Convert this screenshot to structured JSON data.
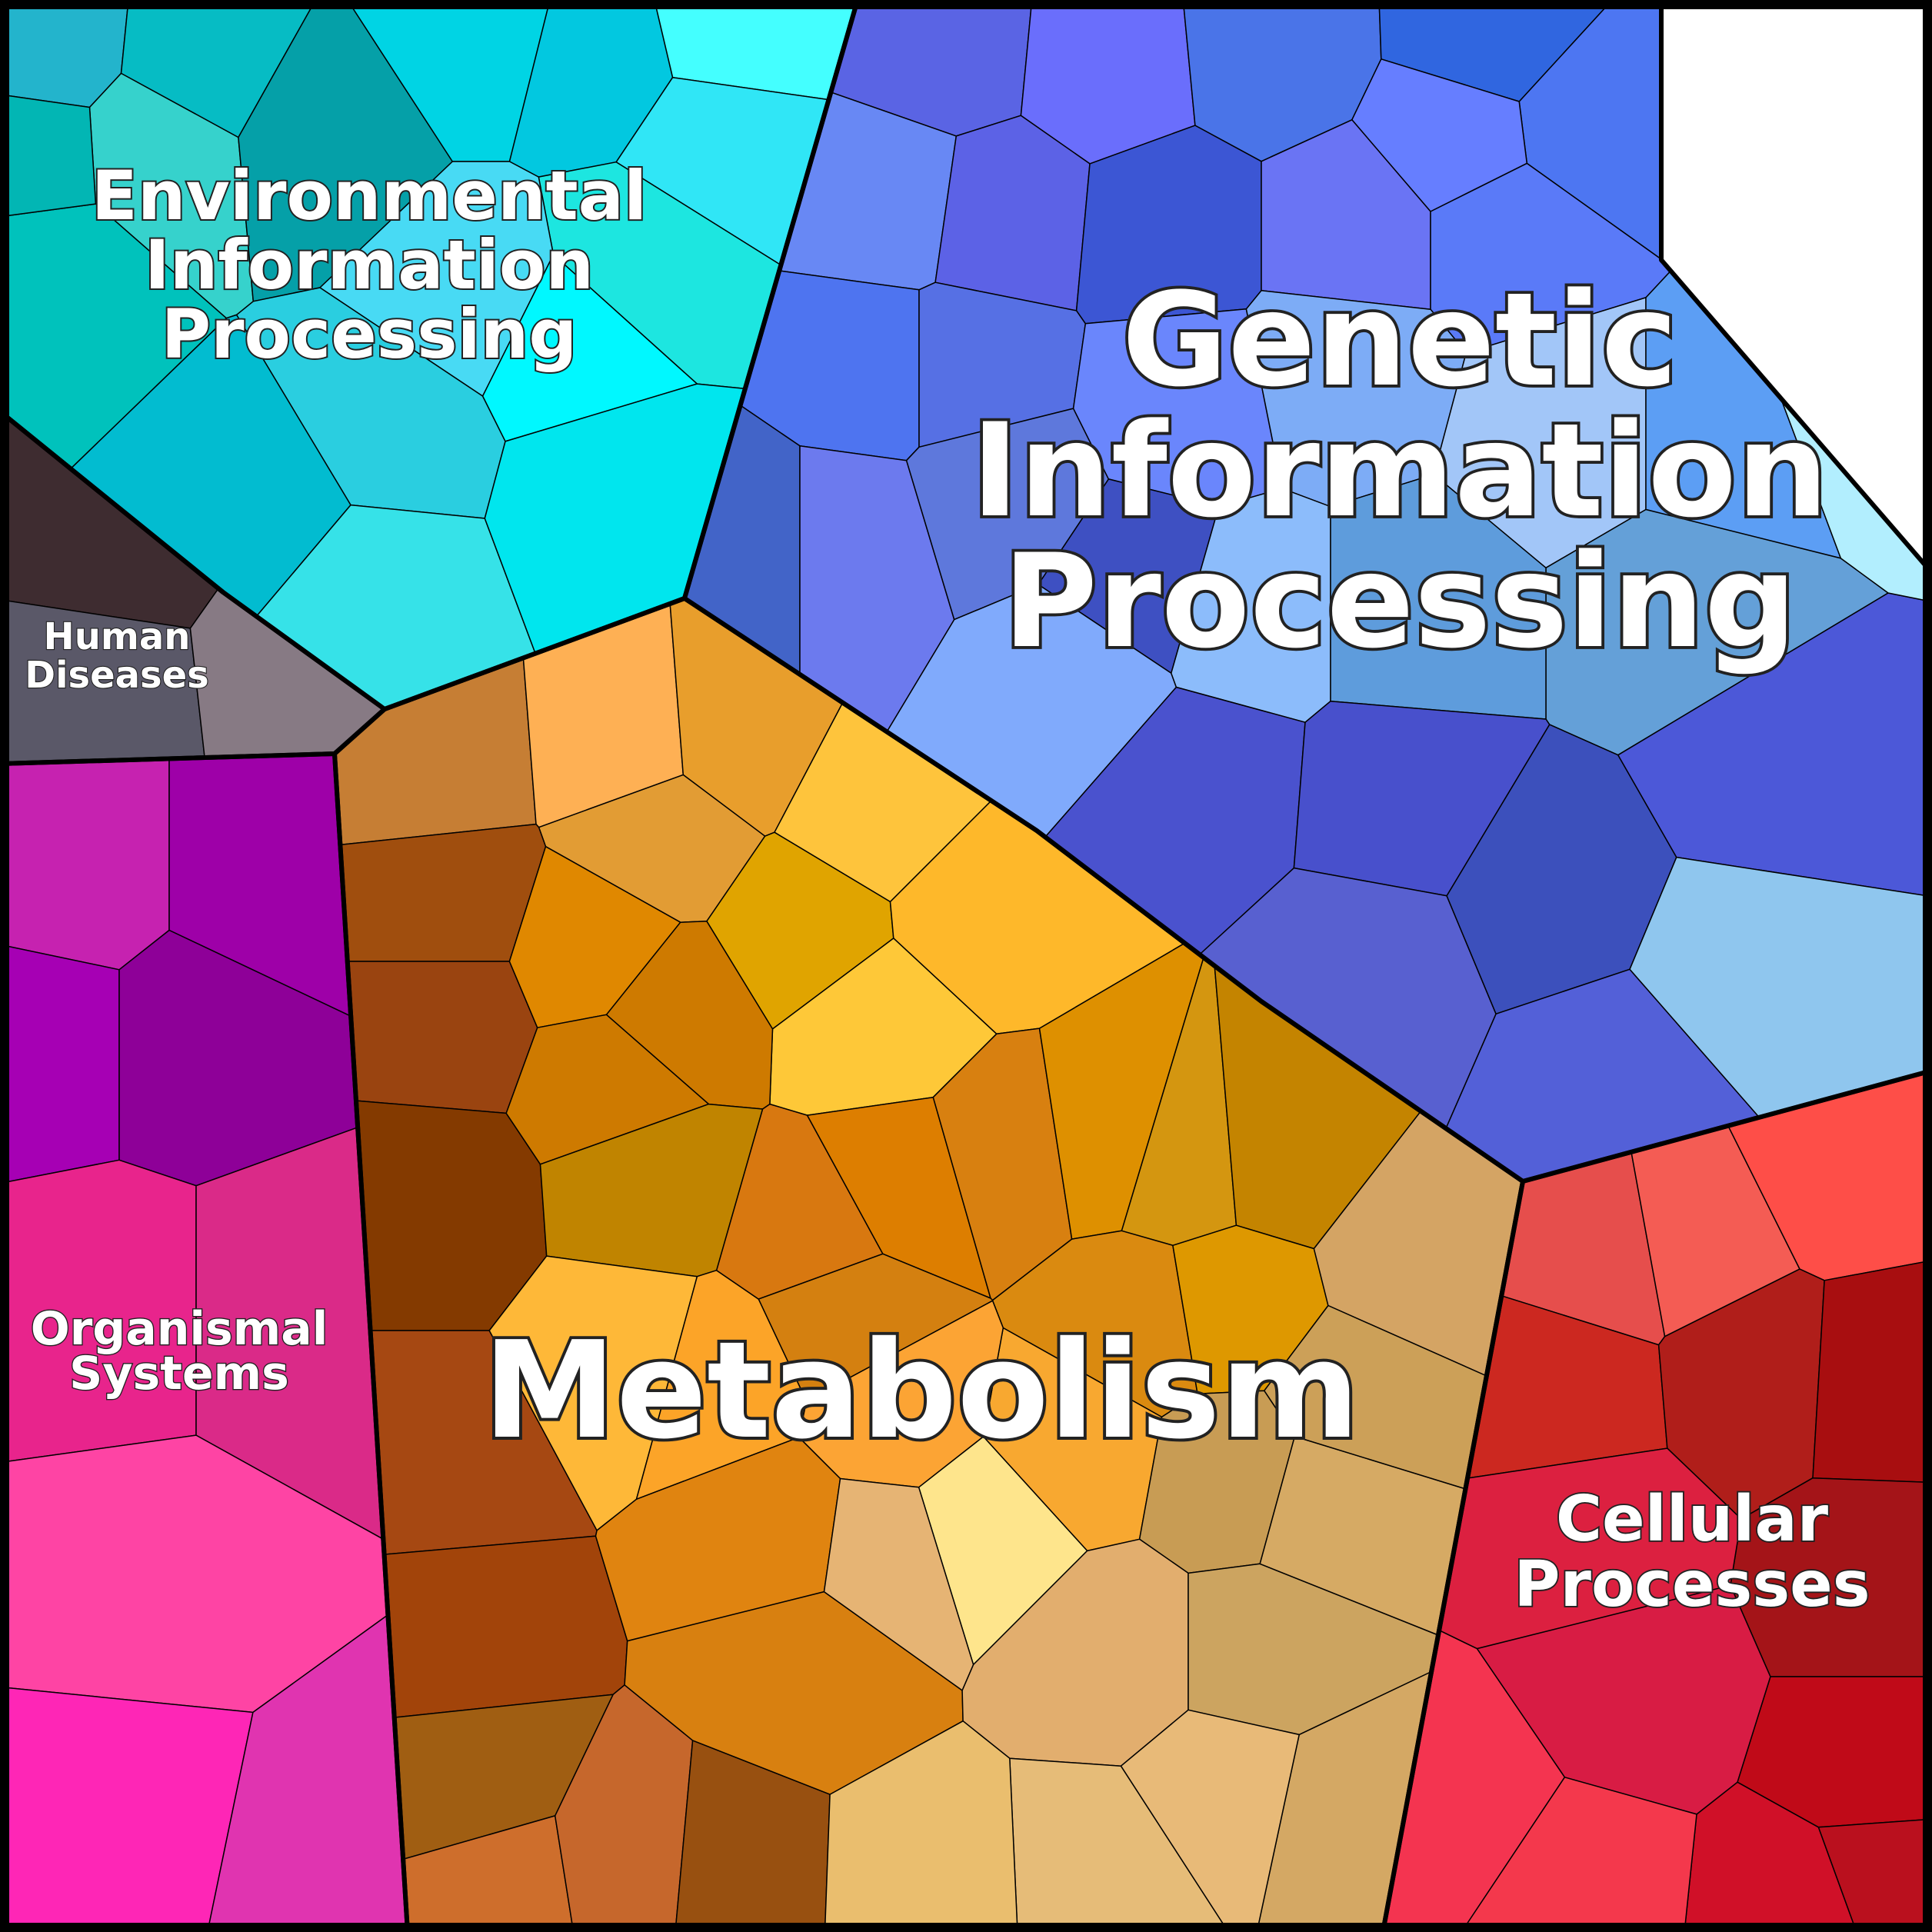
{
  "title": "",
  "categories": [
    {
      "id": "env",
      "label_lines": [
        "Environmental",
        "Information",
        "Processing"
      ]
    },
    {
      "id": "gen",
      "label_lines": [
        "Genetic",
        "Information",
        "Processing"
      ]
    },
    {
      "id": "hum",
      "label_lines": [
        "Human",
        "Diseases"
      ]
    },
    {
      "id": "org",
      "label_lines": [
        "Organismal",
        "Systems"
      ]
    },
    {
      "id": "met",
      "label_lines": [
        "Metabolism"
      ]
    },
    {
      "id": "cel",
      "label_lines": [
        "Cellular",
        "Processes"
      ]
    }
  ],
  "colors": {
    "env": [
      "#23B4CC",
      "#06BCC4",
      "#36D2CC",
      "#05A0A8",
      "#00D4E4",
      "#02C8E0",
      "#44FFFF",
      "#30E6F6",
      "#1DE6E0",
      "#00F8FF",
      "#48DAF4",
      "#2ACEE0",
      "#02BCD0",
      "#36E2E8",
      "#00E6EE",
      "#00C2BC",
      "#02B6B4"
    ],
    "gen": [
      "#5A64E4",
      "#6A6EFC",
      "#4A74E8",
      "#3066E0",
      "#4D76F2",
      "#667EFF",
      "#6888F4",
      "#5C62E6",
      "#3C56D4",
      "#6A74F4",
      "#5A7AF8",
      "#4E74F0",
      "#4264C8",
      "#6C7AEE",
      "#5670E4",
      "#5E78DC",
      "#6A86FC",
      "#3E50C2",
      "#7DACF6",
      "#A2C6F8",
      "#5C9EF4",
      "#64A0D8",
      "#80AAFC",
      "#8CBCFB",
      "#5E9CDC",
      "#4A52CE",
      "#4850CC",
      "#5860D0",
      "#3C50BC",
      "#4C58D8",
      "#5360D8",
      "#8FC6EE",
      "#B6F2FE",
      "#B2EEFE"
    ],
    "hum": [
      "#3E2C30",
      "#5A5868",
      "#877A84"
    ],
    "org": [
      "#C622B0",
      "#9E00A8",
      "#A600B4",
      "#8E0098",
      "#E8248C",
      "#DA2A88",
      "#FE44A4",
      "#FE26B6",
      "#E034B0"
    ],
    "met": [
      "#C67E34",
      "#FEB054",
      "#E89E2C",
      "#E29C34",
      "#FEC43C",
      "#E0A400",
      "#FEB82A",
      "#FEC838",
      "#A04E0E",
      "#9A4410",
      "#843A00",
      "#A64812",
      "#A2440A",
      "#A05E12",
      "#CE6E2C",
      "#C6672C",
      "#985010",
      "#E08800",
      "#CE7A00",
      "#CE7A00",
      "#C08400",
      "#FEB838",
      "#FCA428",
      "#D87810",
      "#DD7E00",
      "#D88010",
      "#DE9000",
      "#D49610",
      "#C48400",
      "#DA8A10",
      "#F8A830",
      "#DE9800",
      "#D48010",
      "#FCA434",
      "#E08410",
      "#D88010",
      "#FEE58C",
      "#E6B474",
      "#D4A464",
      "#C89C54",
      "#E2AE6E",
      "#CCA460",
      "#E6BC78",
      "#D4A864",
      "#EABE6E",
      "#E8BA78",
      "#D6AA64",
      "#CCA058"
    ],
    "cel": [
      "#E64E4C",
      "#F45C54",
      "#FE4E48",
      "#CC2820",
      "#B01E1A",
      "#A80E10",
      "#A41418",
      "#C00A18",
      "#D01028",
      "#BA101E",
      "#DC2040",
      "#D81C44",
      "#F43450",
      "#F4384C"
    ]
  }
}
